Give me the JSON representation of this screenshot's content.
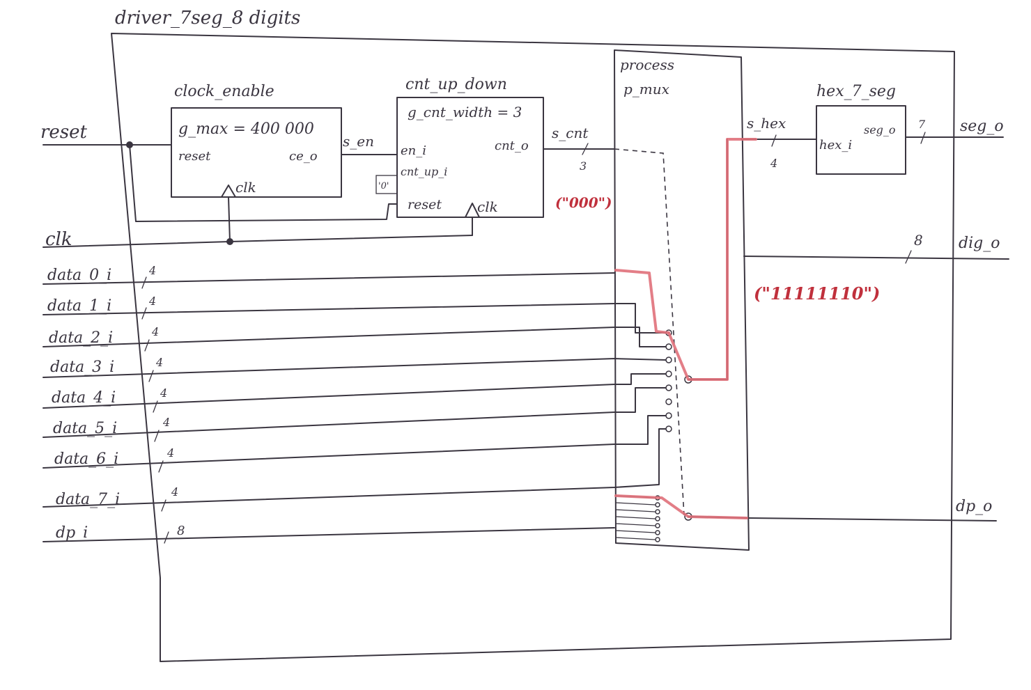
{
  "title": "driver_7seg_8 digits",
  "blocks": {
    "clock_enable": {
      "name": "clock_enable",
      "generic": "g_max = 400 000",
      "port_reset": "reset",
      "port_ce_o": "ce_o",
      "port_clk": "clk"
    },
    "cnt_up_down": {
      "name": "cnt_up_down",
      "generic": "g_cnt_width = 3",
      "port_en_i": "en_i",
      "port_cnt_up_i": "cnt_up_i",
      "port_cnt_o": "cnt_o",
      "port_reset": "reset",
      "port_clk": "clk",
      "const_up": "'0'"
    },
    "process": {
      "line1": "process",
      "line2": "p_mux"
    },
    "hex_7seg": {
      "name": "hex_7_seg",
      "port_hex_i": "hex_i",
      "port_seg_o": "seg_o"
    }
  },
  "signals": {
    "s_en": "s_en",
    "s_cnt": "s_cnt",
    "s_cnt_width": "3",
    "s_cnt_value": "(\"000\")",
    "s_hex": "s_hex",
    "s_hex_width": "4",
    "seg_width": "7",
    "dig_width": "8",
    "dig_value": "(\"11111110\")"
  },
  "inputs": [
    "reset",
    "clk",
    "data_0_i",
    "data_1_i",
    "data_2_i",
    "data_3_i",
    "data_4_i",
    "data_5_i",
    "data_6_i",
    "data_7_i",
    "dp_i"
  ],
  "input_widths": [
    "4",
    "4",
    "4",
    "4",
    "4",
    "4",
    "4",
    "4",
    "8"
  ],
  "outputs": [
    "seg_o",
    "dig_o",
    "dp_o"
  ],
  "colors": {
    "ink": "#3a3540",
    "highlight": "#e0707a",
    "highlight_text": "#c0303c"
  }
}
